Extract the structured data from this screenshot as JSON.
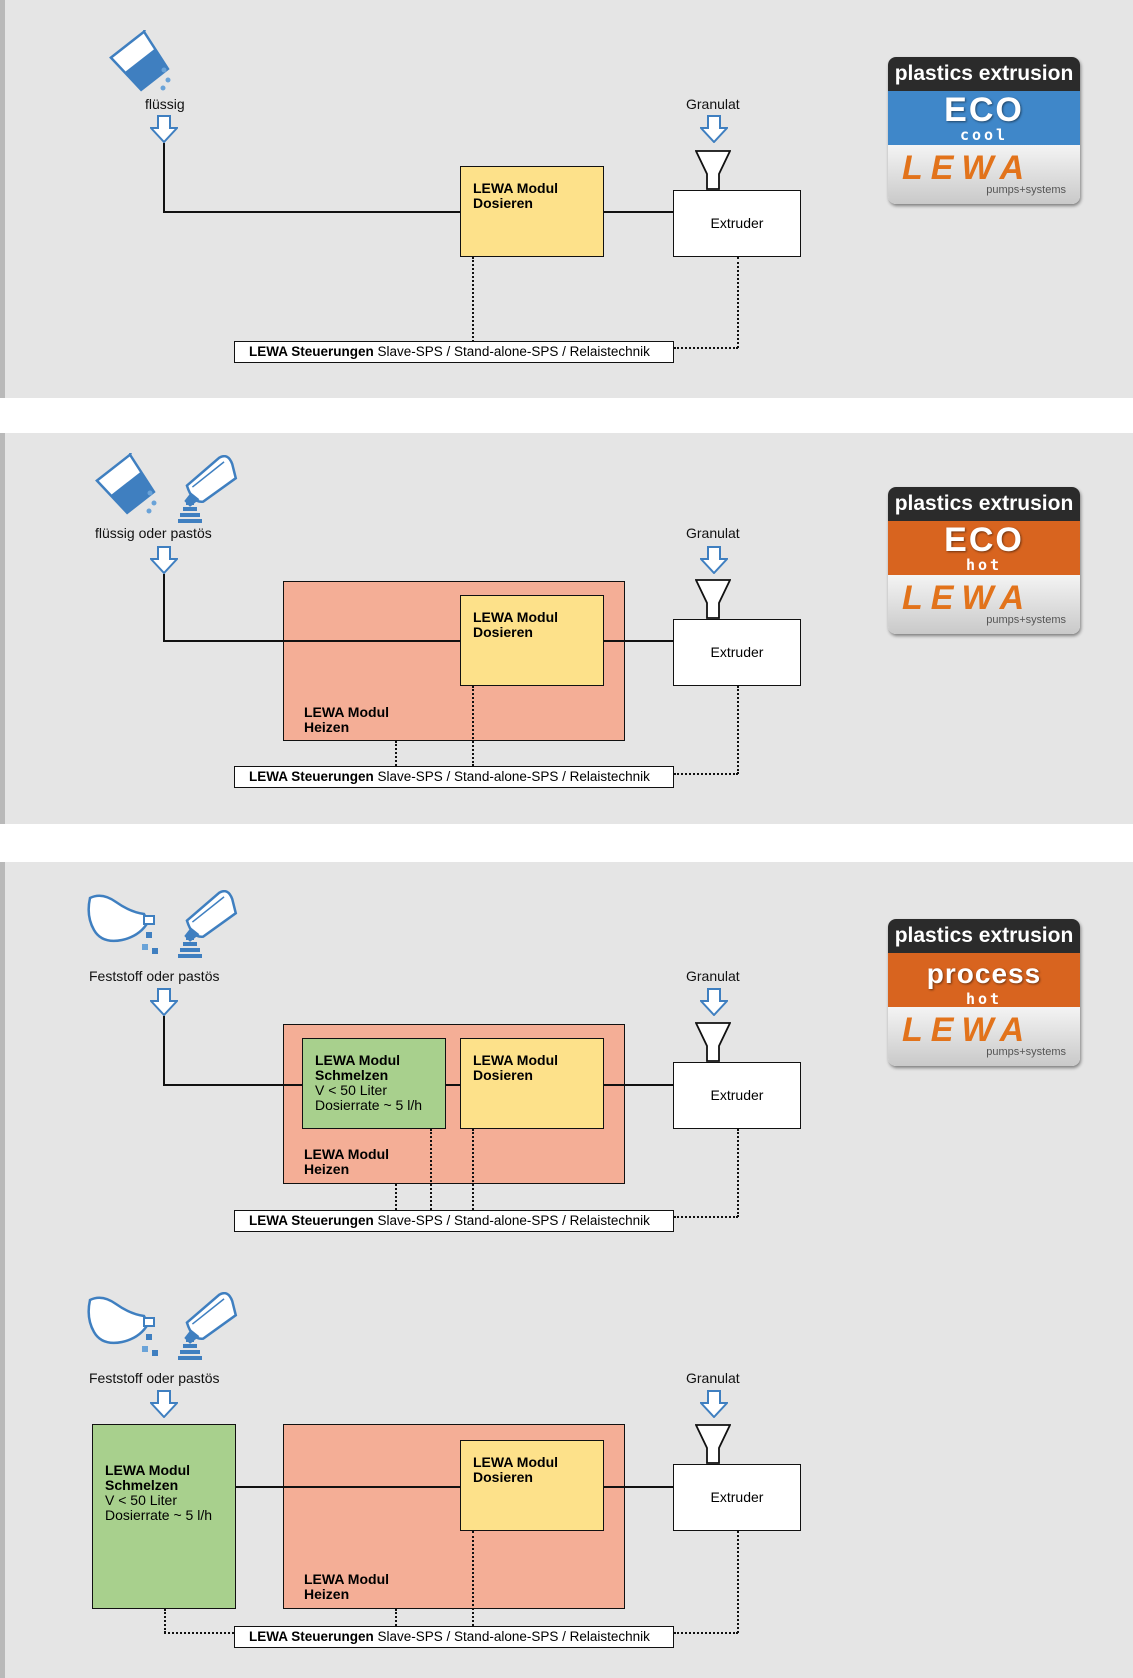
{
  "common": {
    "granulat": "Granulat",
    "extruder": "Extruder",
    "control_bold": "LEWA Steuerungen",
    "control_rest": " Slave-SPS / Stand-alone-SPS / Relaistechnik",
    "modul": "LEWA Modul",
    "dosieren": "Dosieren",
    "heizen": "Heizen",
    "schmelzen": "Schmelzen",
    "volume": "V < 50 Liter",
    "rate": "Dosierrate ~ 5 l/h"
  },
  "panels": [
    {
      "input_label": "flüssig",
      "badge": {
        "head": "plastics extrusion",
        "big": "ECO",
        "small": "cool",
        "logo": "LEWA",
        "sub": "pumps+systems",
        "color": "#3f87c9"
      }
    },
    {
      "input_label": "flüssig oder pastös",
      "badge": {
        "head": "plastics extrusion",
        "big": "ECO",
        "small": "hot",
        "logo": "LEWA",
        "sub": "pumps+systems",
        "color": "#d8641f"
      }
    },
    {
      "input_label": "Feststoff oder pastös",
      "badge": {
        "head": "plastics extrusion",
        "big": "process",
        "small": "hot",
        "logo": "LEWA",
        "sub": "pumps+systems",
        "color": "#d8641f"
      }
    },
    {
      "input_label": "Feststoff oder pastös"
    }
  ],
  "colors": {
    "yellow": "#fde18a",
    "salmon": "#f4ae96",
    "green": "#a8d08d",
    "arrow": "#3f7fc0",
    "panel": "#e5e5e5"
  },
  "icons": [
    "beaker-pour-icon",
    "tube-paste-icon",
    "sack-solid-icon",
    "down-arrow-icon",
    "funnel-icon"
  ]
}
